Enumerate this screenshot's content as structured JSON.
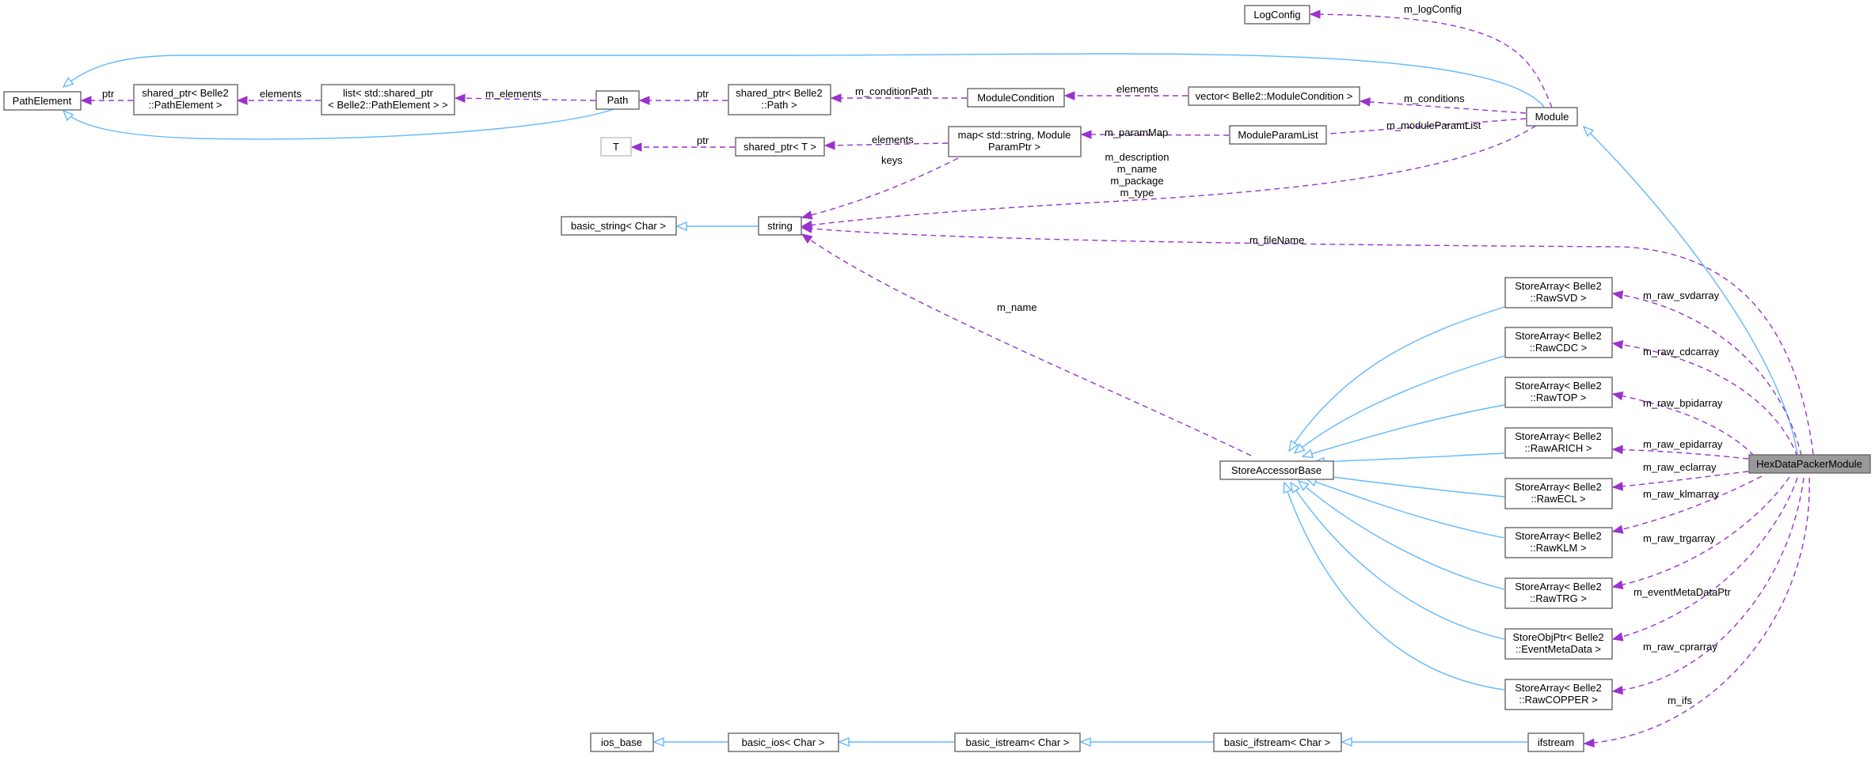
{
  "colors": {
    "inheritance_edge": "#63b8ff",
    "usage_edge": "#9a32cd",
    "node_border": "#666666",
    "focus_node_fill": "#999999",
    "background": "#ffffff"
  },
  "nodes": {
    "path_element": "PathElement",
    "shared_ptr_path_element": [
      "shared_ptr< Belle2",
      "::PathElement >"
    ],
    "list_shared_ptr_path_element": [
      "list< std::shared_ptr",
      "< Belle2::PathElement > >"
    ],
    "path": "Path",
    "shared_ptr_path": [
      "shared_ptr< Belle2",
      "::Path >"
    ],
    "module_condition": "ModuleCondition",
    "vector_module_condition": "vector< Belle2::ModuleCondition >",
    "log_config": "LogConfig",
    "module": "Module",
    "t": "T",
    "shared_ptr_t": "shared_ptr< T >",
    "map_module_param": [
      "map< std::string, Module",
      "ParamPtr >"
    ],
    "module_param_list": "ModuleParamList",
    "basic_string": "basic_string< Char >",
    "string": "string",
    "store_accessor_base": "StoreAccessorBase",
    "store_array_raw_svd": [
      "StoreArray< Belle2",
      "::RawSVD >"
    ],
    "store_array_raw_cdc": [
      "StoreArray< Belle2",
      "::RawCDC >"
    ],
    "store_array_raw_top": [
      "StoreArray< Belle2",
      "::RawTOP >"
    ],
    "store_array_raw_arich": [
      "StoreArray< Belle2",
      "::RawARICH >"
    ],
    "store_array_raw_ecl": [
      "StoreArray< Belle2",
      "::RawECL >"
    ],
    "store_array_raw_klm": [
      "StoreArray< Belle2",
      "::RawKLM >"
    ],
    "store_array_raw_trg": [
      "StoreArray< Belle2",
      "::RawTRG >"
    ],
    "store_obj_ptr_event_meta": [
      "StoreObjPtr< Belle2",
      "::EventMetaData >"
    ],
    "store_array_raw_copper": [
      "StoreArray< Belle2",
      "::RawCOPPER >"
    ],
    "hex_data_packer_module": "HexDataPackerModule",
    "ios_base": "ios_base",
    "basic_ios": "basic_ios< Char >",
    "basic_istream": "basic_istream< Char >",
    "basic_ifstream": "basic_ifstream< Char >",
    "ifstream": "ifstream"
  },
  "edge_labels": {
    "ptr_path_element": "ptr",
    "elements_list": "elements",
    "m_elements": "m_elements",
    "ptr_path": "ptr",
    "m_condition_path": "m_conditionPath",
    "elements_condition": "elements",
    "m_log_config": "m_logConfig",
    "m_conditions": "m_conditions",
    "ptr_t": "ptr",
    "elements_map": "elements",
    "m_param_map": "m_paramMap",
    "m_module_param_list": "m_moduleParamList",
    "keys": "keys",
    "module_string_members": [
      "m_description",
      "m_name",
      "m_package",
      "m_type"
    ],
    "m_file_name": "m_fileName",
    "m_name": "m_name",
    "m_raw_svdarray": "m_raw_svdarray",
    "m_raw_cdcarray": "m_raw_cdcarray",
    "m_raw_bpidarray": "m_raw_bpidarray",
    "m_raw_epidarray": "m_raw_epidarray",
    "m_raw_eclarray": "m_raw_eclarray",
    "m_raw_klmarray": "m_raw_klmarray",
    "m_raw_trgarray": "m_raw_trgarray",
    "m_event_meta_data_ptr": "m_eventMetaDataPtr",
    "m_raw_cprarray": "m_raw_cprarray",
    "m_ifs": "m_ifs"
  }
}
